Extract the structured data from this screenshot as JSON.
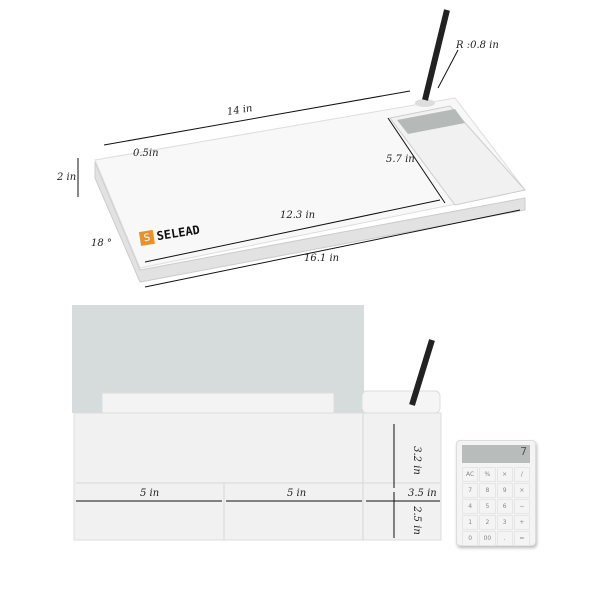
{
  "brand": {
    "name": "SELEAD",
    "logo_letter": "S",
    "logo_color": "#e8922a"
  },
  "top_view": {
    "dimensions": {
      "back_length": "14 in",
      "groove_depth": "0.5in",
      "height": "2 in",
      "angle": "18 °",
      "board_width": "12.3 in",
      "board_depth": "5.7 in",
      "total_length": "16.1 in",
      "pen_radius": "R :0.8 in"
    }
  },
  "bottom_view": {
    "dimensions": {
      "left_compartment": "5 in",
      "middle_compartment": "5 in",
      "right_width": "3.5 in",
      "right_upper_depth": "3.2 in",
      "right_lower_depth": "2.5 in"
    }
  },
  "calculator": {
    "display": "7",
    "keys": [
      "AC",
      "%",
      "×",
      "/",
      "7",
      "8",
      "9",
      "×",
      "4",
      "5",
      "6",
      "−",
      "1",
      "2",
      "3",
      "+",
      "0",
      "00",
      ".",
      "="
    ]
  }
}
